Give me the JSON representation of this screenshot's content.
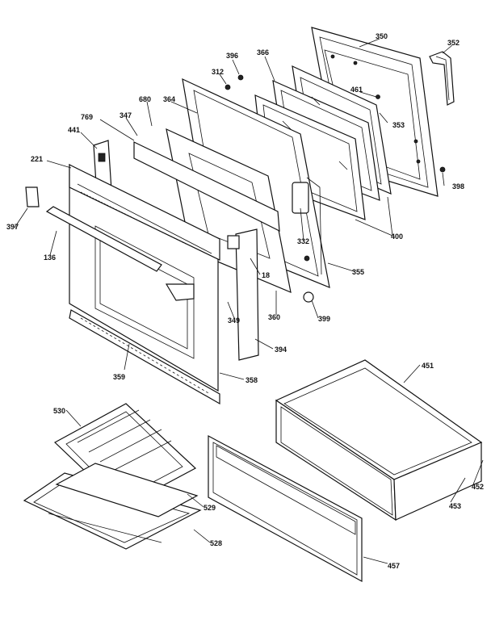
{
  "diagram": {
    "labels": {
      "p350": "350",
      "p352": "352",
      "p396": "396",
      "p366": "366",
      "p312": "312",
      "p461": "461",
      "p353": "353",
      "p680": "680",
      "p364": "364",
      "p347": "347",
      "p769": "769",
      "p441": "441",
      "p221": "221",
      "p398": "398",
      "p397": "397",
      "p400": "400",
      "p332": "332",
      "p136": "136",
      "p18": "18",
      "p355": "355",
      "p349": "349",
      "p360": "360",
      "p399": "399",
      "p394": "394",
      "p359": "359",
      "p358": "358",
      "p451": "451",
      "p530": "530",
      "p452": "452",
      "p453": "453",
      "p529": "529",
      "p528": "528",
      "p457": "457"
    }
  }
}
